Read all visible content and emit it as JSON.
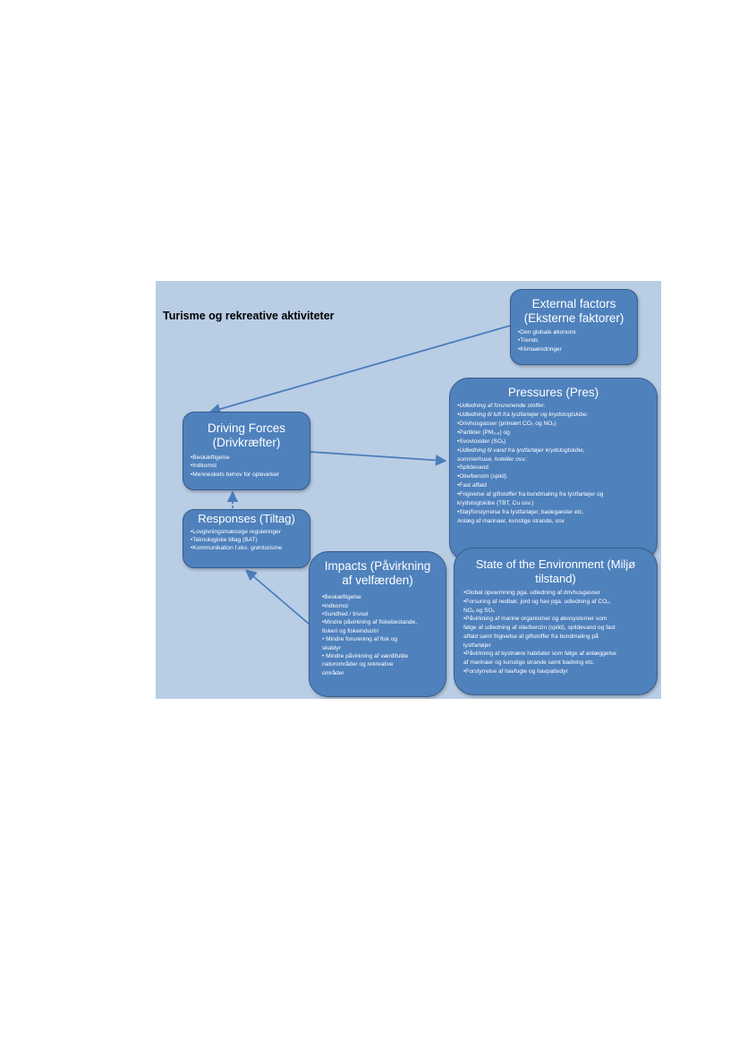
{
  "diagram": {
    "title": "Turisme og rekreative aktiviteter",
    "colors": {
      "panel": "#b9cde5",
      "box": "#4f81bd",
      "box_border": "#385d8a",
      "arrow": "#4a7ebb"
    },
    "boxes": {
      "external": {
        "title_line1": "External factors",
        "title_line2": "(Eksterne faktorer)",
        "items": [
          "•Den globale økonomi",
          "•Trends",
          "•Klimaændringer"
        ]
      },
      "pressures": {
        "title": "Pressures (Pres)",
        "items": [
          "•Udledning af forurenende stoffer:",
          "•Udledning til luft fra lystfartøjer og krydstogtskibe:",
          "•Drivhusgasser (primært CO₂ og NOₓ)",
          "•Partikler (PM₂,₅) og",
          "•Svovloxider (SOₓ)",
          "•Udledning til vand fra lystfartøjer krydstogtskibe,",
          "sommerhuse, hoteller osv.:",
          "•Spildevand",
          "•Olie/benzin (spild)",
          "•Fast affald",
          "•Frigivelse af giftstoffer fra bundmaling fra lystfartøjer og",
          "krydstogtskibe (TBT, Cu osv.)",
          "•Støj/forstyrrelse fra lystfartøjer, badegæster etc.",
          "Anlæg af marinaer, kunstige strande, osv"
        ]
      },
      "driving": {
        "title_line1": "Driving Forces",
        "title_line2": "(Drivkræfter)",
        "items": [
          "•Beskæftigelse",
          "•Indkomst",
          "•Menneskets behov for oplevelser"
        ]
      },
      "responses": {
        "title": "Responses (Tiltag)",
        "items": [
          "•Lovgivningsmæssige reguleringer",
          "•Teknologiske tiltag (BAT)",
          "•Kommunikation f.eks. grønturisme"
        ]
      },
      "impacts": {
        "title_line1": "Impacts (Påvirkning",
        "title_line2": "af velfærden)",
        "items": [
          "•Beskæftigelse",
          "•Indkomst",
          "•Sundhed / trivsel",
          "•Mindre påvirkning af fiskebestande,",
          "fiskeri og fiskeindustri",
          "• Mindre forurening af fisk og",
          "skaldyr",
          "• Mindre påvirkning af værdifulde",
          "naturområder og  rekreative",
          "områder"
        ]
      },
      "state": {
        "title_line1": "State of the Environment (Miljø",
        "title_line2": "tilstand)",
        "items": [
          "•Global opvarmning pga. udledning af drivhusgasser",
          "•Forsuring af nedbør, jord og hav pga. udledning af CO₂,",
          "NOₓ og SOₓ",
          "•Påvirkning af marine organismer og økosystemer som",
          "følge af udledning af olie/benzin (spild), spildevand og fast",
          "affald samt frigivelse af giftstoffer fra bundmaling på",
          "lystfartøjer",
          "•Påvirkning af kystnære habitater som følge af anlæggelse",
          "af marinaer og kunstige strande samt badning etc.",
          "•Forstyrrelse af havfugle og havpattedyr"
        ]
      }
    }
  }
}
